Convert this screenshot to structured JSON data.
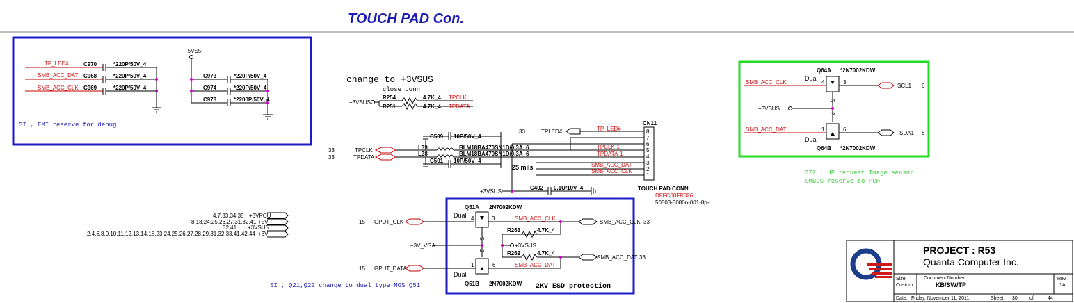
{
  "title": "TOUCH PAD Con.",
  "colors": {
    "title": "#1c1cb4",
    "box_blue": "#1c1cc8",
    "box_green": "#22dd22",
    "net_red": "#c00000",
    "junction": "#d000d0",
    "note_green": "#44cc44",
    "logo_blue": "#1c3c8c",
    "logo_red": "#d01818"
  },
  "debug_box": {
    "note": "SI , EMI reserve for debug",
    "rail": "+5VS5",
    "left_caps": [
      {
        "net": "TP_LED#",
        "ref": "C970",
        "value": "*220P/50V_4"
      },
      {
        "net": "SMB_ACC_DAT",
        "ref": "C968",
        "value": "*220P/50V_4"
      },
      {
        "net": "SMB_ACC_CLK",
        "ref": "C969",
        "value": "*220P/50V_4"
      }
    ],
    "right_caps": [
      {
        "ref": "C973",
        "value": "*220P/50V_4"
      },
      {
        "ref": "C974",
        "value": "*220P/50V_4"
      },
      {
        "ref": "C978",
        "value": "*2200P/50V_4"
      }
    ]
  },
  "change_note": {
    "main": "change to +3VSUS",
    "sub": "close conn"
  },
  "pullups": {
    "rail": "+3VSUS",
    "items": [
      {
        "ref": "R254",
        "value": "4.7K_4",
        "net": "TPCLK"
      },
      {
        "ref": "R251",
        "value": "4.7K_4",
        "net": "TPDATA"
      }
    ]
  },
  "filter": {
    "caps": [
      {
        "ref": "C509",
        "value": "10P/50V_4"
      },
      {
        "ref": "C501",
        "value": "10P/50V_4"
      }
    ],
    "beads": [
      {
        "ref": "L39",
        "value": "BLM18BA470SN1D/0.3A_6"
      },
      {
        "ref": "L38",
        "value": "BLM18BA470SN1D/0.3A_6"
      }
    ],
    "offpage": [
      {
        "page": "33",
        "net": "TPCLK"
      },
      {
        "page": "33",
        "net": "TPDATA"
      }
    ],
    "tpled_page": "33",
    "tpled": "TPLED#",
    "mils": "25 mils"
  },
  "connector": {
    "ref": "CN11",
    "pins": [
      "8",
      "7",
      "6",
      "5",
      "4",
      "3",
      "2",
      "1"
    ],
    "nets": [
      "TP_LED#",
      "TPCLK-1",
      "TPDATA-1",
      "SMB_ACC_DAT",
      "SMB_ACC_CLK"
    ],
    "name": "TOUCH PAD CONN",
    "part": "DFFC08FR026",
    "pn": "50503-0080n-001-8p-l",
    "decap_rail": "+3VSUS",
    "decap_ref": "C492",
    "decap_value": "0.1U/10V_4"
  },
  "power_table": [
    {
      "pages": "4,7,33,34,35",
      "rail": "+3VPCU"
    },
    {
      "pages": "8,18,24,25,26,27,31,32,41",
      "rail": "+5V"
    },
    {
      "pages": "32,41",
      "rail": "+3VSUS"
    },
    {
      "pages": "2,4,6,8,9,10,11,12,13,14,18,23,24,25,26,27,28,29,31,32,33,41,42,44",
      "rail": "+3V"
    }
  ],
  "esd_box": {
    "caption": "2KV ESD protection",
    "q51a": "Q51A",
    "q51b": "Q51B",
    "part": "2N7002KDW",
    "dual": "Dual",
    "gput_clk_page": "15",
    "gput_clk": "GPUT_CLK",
    "gput_data_page": "15",
    "gput_data": "GPUT_DATA",
    "gate_rail": "+3V_VGA",
    "r263": "R263",
    "r262": "R262",
    "rval": "4.7K_4",
    "pull_rail": "+3VSUS",
    "out_clk": "SMB_ACC_CLK",
    "out_clk_page": "33",
    "out_dat": "SMB_ACC_DAT",
    "out_dat_page": "33",
    "net_clk": "SMB_ACC_CLK",
    "net_dat": "SMB_ACC_DAT",
    "pins": {
      "a_g": "4",
      "a_d": "3",
      "a_s": "5",
      "b_g": "1",
      "b_d": "6",
      "b_s": "2"
    }
  },
  "si_note": "SI , Q21,Q22 change to dual type MOS Q51",
  "sensor_box": {
    "q64a": "Q64A",
    "q64b": "Q64B",
    "part": "*2N7002KDW",
    "dual": "Dual",
    "net_clk": "SMB_ACC_CLK",
    "net_dat": "SMB_ACC_DAT",
    "rail": "+3VSUS",
    "scl": "SCL1",
    "sda": "SDA1",
    "scl_page": "6",
    "sda_page": "6",
    "pins": {
      "a_g": "4",
      "a_d": "3",
      "a_s": "5",
      "b_g": "1",
      "b_d": "6",
      "b_s": "2"
    },
    "note1": "SI2 , HP request Image sensor",
    "note2": "SMBUS reserve to PCH"
  },
  "title_block": {
    "project": "PROJECT : R53",
    "company": "Quanta Computer Inc.",
    "size_label": "Size",
    "size": "Custom",
    "doc_label": "Document Number",
    "doc": "KB/SW/TP",
    "rev_label": "Rev",
    "rev": "1A",
    "date_label": "Date:",
    "date": "Friday, November 11, 2011",
    "sheet_label": "Sheet",
    "sheet": "30",
    "of_label": "of",
    "total": "44"
  }
}
